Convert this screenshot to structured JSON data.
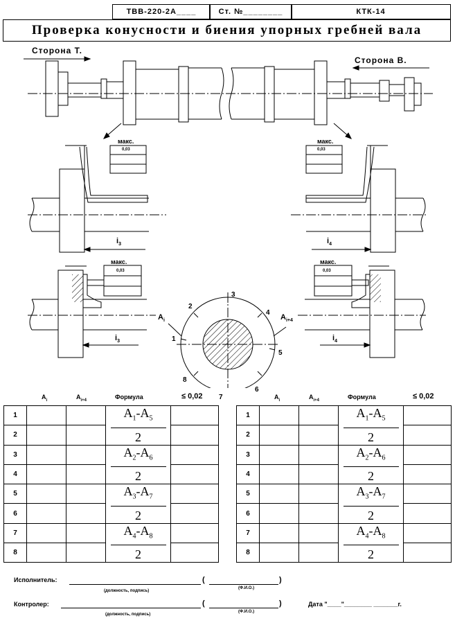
{
  "header": {
    "doc_code": "ТВВ-220-2А____",
    "sheet": "Ст. №________",
    "card": "КТК-14"
  },
  "title": "Проверка конусности и биения упорных гребней вала",
  "drawing": {
    "side_1": "Сторона Т.",
    "side_2": "Сторона В.",
    "max_label": "макс.",
    "max_value": "0,03",
    "i3": "i",
    "i3_sub": "3",
    "i4": "i",
    "i4_sub": "4",
    "ai": "A",
    "ai_sub": "i",
    "ai4": "A",
    "ai4_sub": "i+4",
    "circle_points": [
      "1",
      "2",
      "3",
      "4",
      "5",
      "6",
      "7",
      "8"
    ]
  },
  "table_headers": {
    "ai": "A",
    "ai_sub": "i",
    "ai4": "A",
    "ai4_sub": "i+4",
    "formula": "Формула",
    "limit": "≤ 0,02"
  },
  "rows": [
    {
      "n": "1",
      "f_a": "A",
      "f_a_sub": "1",
      "f_b": "A",
      "f_b_sub": "5",
      "den": "2"
    },
    {
      "n": "2"
    },
    {
      "n": "3",
      "f_a": "A",
      "f_a_sub": "2",
      "f_b": "A",
      "f_b_sub": "6",
      "den": "2"
    },
    {
      "n": "4"
    },
    {
      "n": "5",
      "f_a": "A",
      "f_a_sub": "3",
      "f_b": "A",
      "f_b_sub": "7",
      "den": "2"
    },
    {
      "n": "6"
    },
    {
      "n": "7",
      "f_a": "A",
      "f_a_sub": "4",
      "f_b": "A",
      "f_b_sub": "8",
      "den": "2"
    },
    {
      "n": "8"
    }
  ],
  "signatures": {
    "executor": "Исполнитель:",
    "controller": "Контролер:",
    "position_hint": "(должность, подпись)",
    "fio_hint": "(Ф.И.О.)",
    "paren_open": "(",
    "paren_close": ")",
    "date_label": "Дата \"____\"________  _______г."
  }
}
